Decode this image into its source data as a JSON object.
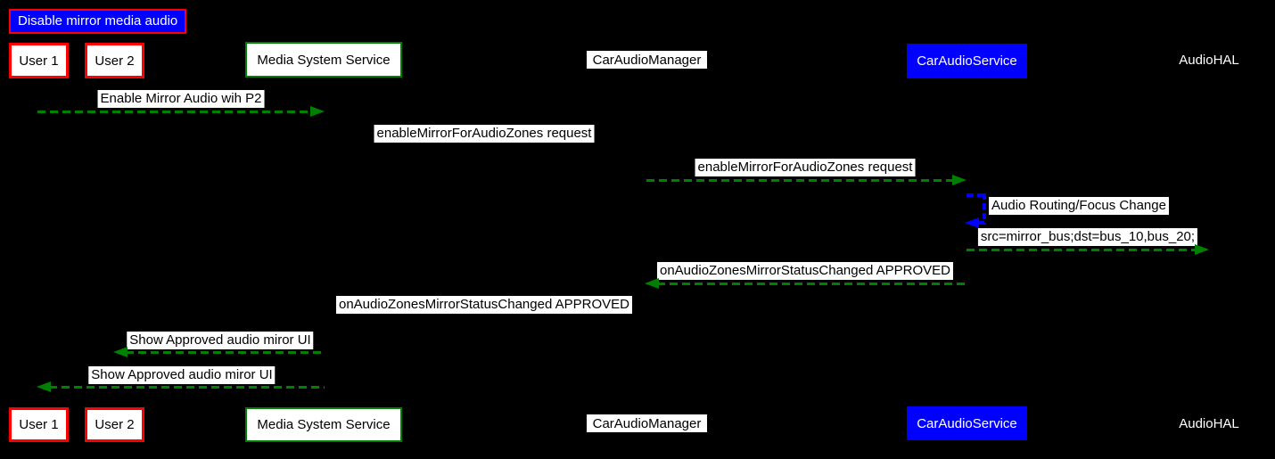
{
  "title": "Disable mirror media audio",
  "participants": [
    {
      "id": "user1",
      "label": "User 1",
      "style": "red-box"
    },
    {
      "id": "user2",
      "label": "User 2",
      "style": "red-box"
    },
    {
      "id": "mss",
      "label": "Media System Service",
      "style": "green-box"
    },
    {
      "id": "cam",
      "label": "CarAudioManager",
      "style": "white-label"
    },
    {
      "id": "cas",
      "label": "CarAudioService",
      "style": "blue-box"
    },
    {
      "id": "hal",
      "label": "AudioHAL",
      "style": "plain-text"
    }
  ],
  "messages": [
    {
      "label": "Enable Mirror Audio wih P2",
      "from": "User 1",
      "to": "Media System Service",
      "direction": "right",
      "arrow_visible": true,
      "color": "green"
    },
    {
      "label": "enableMirrorForAudioZones request",
      "from": "Media System Service",
      "to": "CarAudioManager",
      "direction": "right",
      "arrow_visible": false,
      "color": "green"
    },
    {
      "label": "enableMirrorForAudioZones request",
      "from": "CarAudioManager",
      "to": "CarAudioService",
      "direction": "right",
      "arrow_visible": true,
      "color": "green"
    },
    {
      "label": "Audio Routing/Focus Change",
      "from": "CarAudioService",
      "to": "CarAudioService",
      "direction": "self",
      "arrow_visible": true,
      "color": "blue"
    },
    {
      "label": "src=mirror_bus;dst=bus_10,bus_20;",
      "from": "CarAudioService",
      "to": "AudioHAL",
      "direction": "right",
      "arrow_visible": true,
      "color": "green"
    },
    {
      "label": "onAudioZonesMirrorStatusChanged APPROVED",
      "from": "CarAudioService",
      "to": "CarAudioManager",
      "direction": "left",
      "arrow_visible": true,
      "color": "green"
    },
    {
      "label": "onAudioZonesMirrorStatusChanged APPROVED",
      "from": "CarAudioManager",
      "to": "Media System Service",
      "direction": "left",
      "arrow_visible": false,
      "color": "green"
    },
    {
      "label": "Show Approved audio miror UI",
      "from": "Media System Service",
      "to": "User 2",
      "direction": "left",
      "arrow_visible": true,
      "color": "green"
    },
    {
      "label": "Show Approved audio miror UI",
      "from": "Media System Service",
      "to": "User 1",
      "direction": "left",
      "arrow_visible": true,
      "color": "green"
    }
  ],
  "colors": {
    "background": "#000000",
    "arrow_green": "#008000",
    "self_arrow_blue": "#0000ff",
    "participant_red_border": "#ff0000",
    "participant_green_border": "#008000",
    "title_bg": "#0000ff",
    "label_bg": "#ffffff"
  }
}
